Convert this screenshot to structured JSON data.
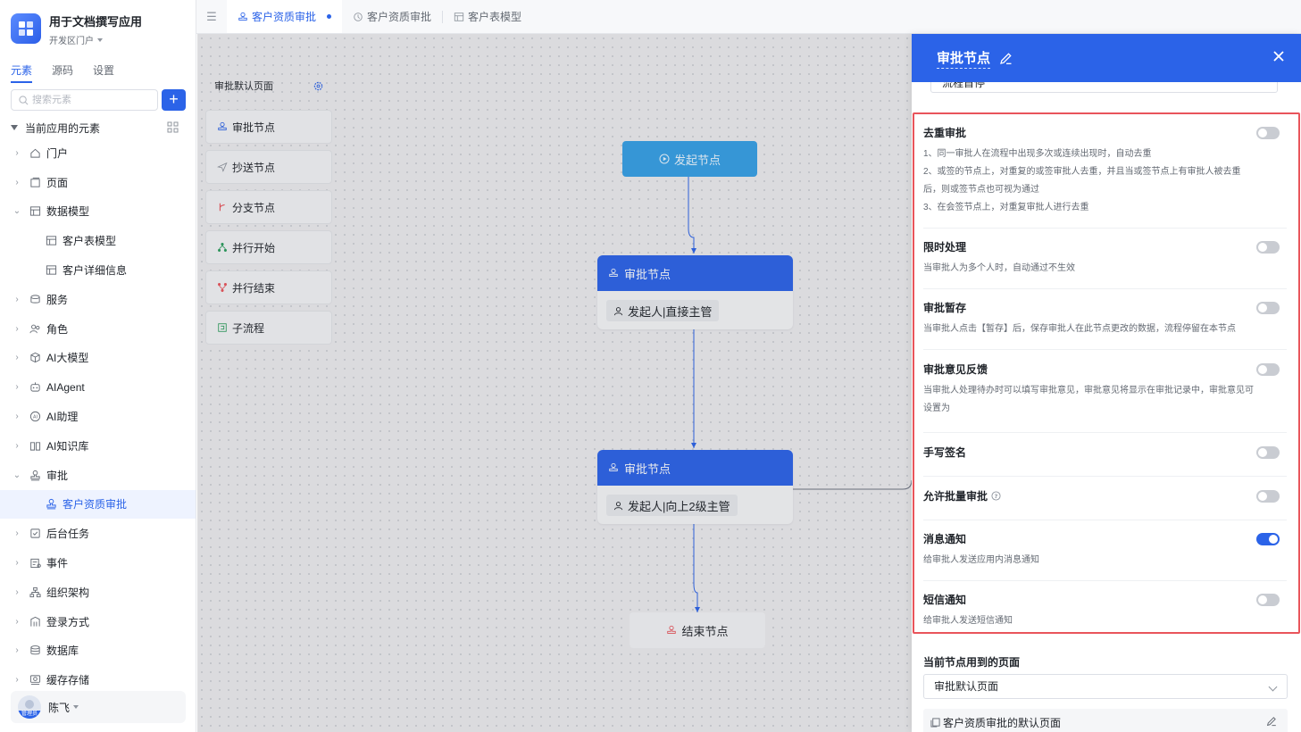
{
  "app": {
    "title": "用于文档撰写应用",
    "portal": "开发区门户"
  },
  "side_tabs": [
    "元素",
    "源码",
    "设置"
  ],
  "search": {
    "placeholder": "搜索元素",
    "add_label": "+"
  },
  "tree": {
    "header": "当前应用的元素",
    "items": [
      {
        "label": "门户",
        "icon": "home-icon"
      },
      {
        "label": "页面",
        "icon": "page-icon"
      },
      {
        "label": "数据模型",
        "icon": "table-icon"
      },
      {
        "label": "客户表模型",
        "icon": "table-icon"
      },
      {
        "label": "客户详细信息",
        "icon": "table-icon"
      },
      {
        "label": "服务",
        "icon": "database-icon"
      },
      {
        "label": "角色",
        "icon": "users-icon"
      },
      {
        "label": "AI大模型",
        "icon": "cube-icon"
      },
      {
        "label": "AIAgent",
        "icon": "robot-icon"
      },
      {
        "label": "AI助理",
        "icon": "ai-icon"
      },
      {
        "label": "AI知识库",
        "icon": "book-icon"
      },
      {
        "label": "审批",
        "icon": "stamp-icon"
      },
      {
        "label": "客户资质审批",
        "icon": "stamp-icon"
      },
      {
        "label": "后台任务",
        "icon": "task-icon"
      },
      {
        "label": "事件",
        "icon": "event-icon"
      },
      {
        "label": "组织架构",
        "icon": "org-icon"
      },
      {
        "label": "登录方式",
        "icon": "login-icon"
      },
      {
        "label": "数据库",
        "icon": "db-icon"
      },
      {
        "label": "缓存存储",
        "icon": "cache-icon"
      }
    ]
  },
  "user": {
    "name": "陈飞",
    "role_badge": "管理员"
  },
  "tabs": [
    {
      "label": "客户资质审批",
      "icon": "stamp-icon"
    },
    {
      "label": "客户资质审批",
      "icon": "flow-icon"
    },
    {
      "label": "客户表模型",
      "icon": "table-icon"
    }
  ],
  "palette": {
    "header": "审批默认页面",
    "items": [
      "审批节点",
      "抄送节点",
      "分支节点",
      "并行开始",
      "并行结束",
      "子流程"
    ]
  },
  "flow": {
    "start": "发起节点",
    "approval_title": "审批节点",
    "approver1": "发起人|直接主管",
    "approver2": "发起人|向上2级主管",
    "end": "结束节点"
  },
  "panel": {
    "title": "审批节点",
    "cut_select_value": "流程首停",
    "settings": [
      {
        "title": "去重审批",
        "enabled": false,
        "desc": [
          "1、同一审批人在流程中出现多次或连续出现时，自动去重",
          "2、或签的节点上，对重复的或签审批人去重，并且当或签节点上有审批人被去重",
          "后，则或签节点也可视为通过",
          "3、在会签节点上，对重复审批人进行去重"
        ]
      },
      {
        "title": "限时处理",
        "enabled": false,
        "desc": [
          "当审批人为多个人时，自动通过不生效"
        ]
      },
      {
        "title": "审批暂存",
        "enabled": false,
        "desc": [
          "当审批人点击【暂存】后，保存审批人在此节点更改的数据，流程停留在本节点"
        ]
      },
      {
        "title": "审批意见反馈",
        "enabled": false,
        "desc": [
          "当审批人处理待办时可以填写审批意见，审批意见将显示在审批记录中，审批意见可",
          "设置为"
        ]
      },
      {
        "title": "手写签名",
        "enabled": false,
        "desc": []
      },
      {
        "title": "允许批量审批",
        "enabled": false,
        "desc": []
      },
      {
        "title": "消息通知",
        "enabled": true,
        "desc": [
          "给审批人发送应用内消息通知"
        ]
      },
      {
        "title": "短信通知",
        "enabled": false,
        "desc": [
          "给审批人发送短信通知"
        ]
      }
    ],
    "page_section_title": "当前节点用到的页面",
    "page_select_value": "审批默认页面",
    "page_item": "客户资质审批的默认页面"
  },
  "colors": {
    "accent": "#2b63e8",
    "highlight": "#e9545b",
    "start_node": "#35a0e6"
  }
}
